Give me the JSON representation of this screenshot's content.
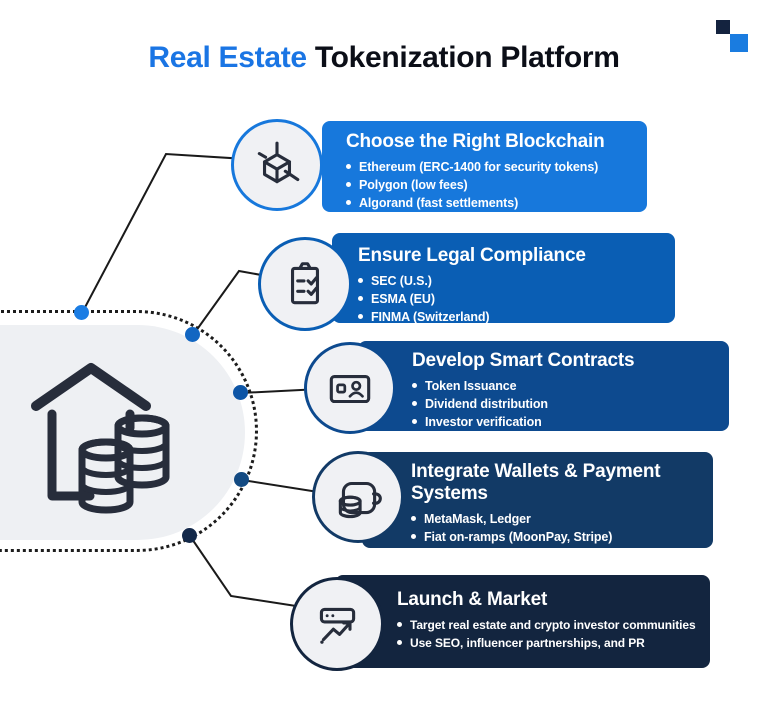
{
  "title": {
    "highlight": "Real Estate",
    "rest": " Tokenization Platform",
    "highlight_color": "#1a75e4",
    "text_color": "#0b0e17"
  },
  "decor": {
    "square_dark_color": "#14233f",
    "square_blue_color": "#1a7ce0"
  },
  "hub": {
    "icon": "house-with-coin-stacks",
    "fill_color": "#eef0f3"
  },
  "steps": [
    {
      "title": "Choose the Right Blockchain",
      "bullets": [
        "Ethereum (ERC-1400 for security tokens)",
        "Polygon (low fees)",
        "Algorand (fast settlements)"
      ],
      "color": "#1778dc",
      "icon": "blockchain-cube-icon"
    },
    {
      "title": "Ensure Legal Compliance",
      "bullets": [
        "SEC (U.S.)",
        "ESMA (EU)",
        "FINMA (Switzerland)"
      ],
      "color": "#0a5eb4",
      "icon": "compliance-clipboard-icon"
    },
    {
      "title": "Develop Smart Contracts",
      "bullets": [
        "Token Issuance",
        "Dividend distribution",
        "Investor verification"
      ],
      "color": "#0d4a8f",
      "icon": "smart-contract-id-card-icon"
    },
    {
      "title": "Integrate Wallets & Payment Systems",
      "bullets": [
        "MetaMask, Ledger",
        "Fiat on-ramps (MoonPay, Stripe)"
      ],
      "color": "#123a66",
      "icon": "wallet-coins-icon"
    },
    {
      "title": "Launch & Market",
      "bullets": [
        "Target real estate and crypto investor communities",
        "Use SEO, influencer partnerships, and PR"
      ],
      "color": "#13253f",
      "icon": "launch-growth-chart-icon"
    }
  ],
  "nodes": [
    {
      "color": "#1b7de4"
    },
    {
      "color": "#1266c2"
    },
    {
      "color": "#0d55a6"
    },
    {
      "color": "#134a82"
    },
    {
      "color": "#13294a"
    }
  ]
}
